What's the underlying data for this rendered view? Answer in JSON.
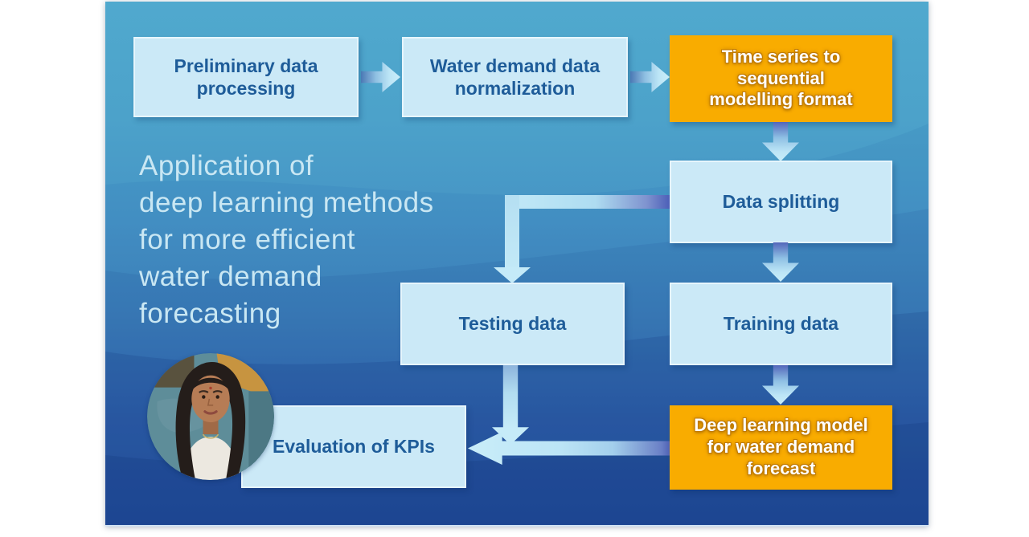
{
  "slide": {
    "title": {
      "lines": [
        "Application of",
        "deep learning methods",
        "for more efficient",
        "water demand",
        "forecasting"
      ]
    },
    "flowchart": {
      "preliminary": "Preliminary data\nprocessing",
      "normalization": "Water demand data\nnormalization",
      "time_series": "Time series to\nsequential\nmodelling format",
      "data_splitting": "Data splitting",
      "testing": "Testing data",
      "training": "Training data",
      "deep_model": "Deep learning model\nfor water demand\nforecast",
      "evaluation": "Evaluation of KPIs"
    },
    "avatar_icon": "author-portrait",
    "colors": {
      "bg_top": "#50A9CE",
      "bg_bottom": "#2B57A4",
      "node_fill": "#CBE9F7",
      "node_text": "#1E5C99",
      "accent_orange": "#F9AC00",
      "accent_text": "#FFFFFF",
      "arrow_light": "#BCE5F6",
      "arrow_dark": "#4A5FB8",
      "title_text": "#C9E7F3"
    }
  }
}
